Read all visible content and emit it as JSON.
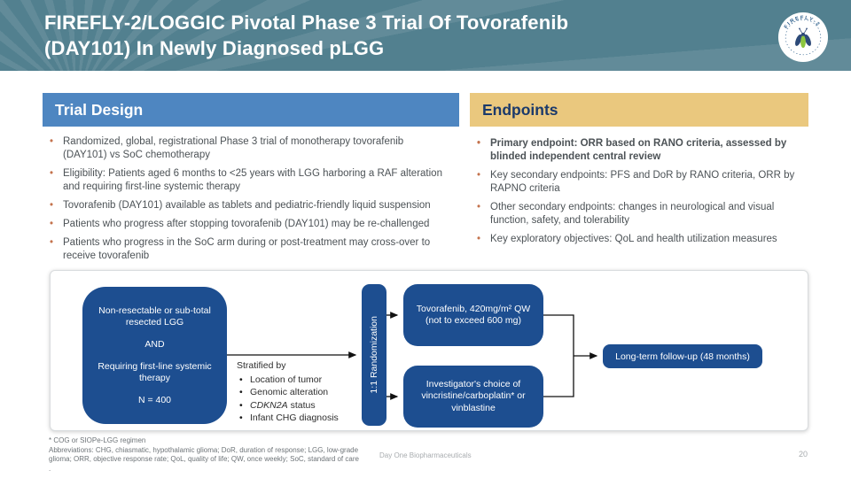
{
  "slide": {
    "title_line1": "FIREFLY-2/LOGGIC Pivotal Phase 3 Trial Of Tovorafenib",
    "title_line2": "(DAY101) In Newly Diagnosed pLGG",
    "logo_text": "FIREFLY-2",
    "footer": "Day One Biopharmaceuticals",
    "page_number": "20"
  },
  "colors": {
    "header_teal": "#52808F",
    "trial_header_blue": "#4E86C1",
    "endpoints_gold": "#EAC87E",
    "diagram_blue": "#1D4E90",
    "bullet_orange": "#C4734D"
  },
  "trial_design": {
    "heading": "Trial Design",
    "items": [
      "Randomized, global, registrational Phase 3 trial of monotherapy tovorafenib (DAY101) vs SoC chemotherapy",
      "Eligibility: Patients aged 6 months to <25 years with LGG harboring a RAF alteration and requiring first-line systemic therapy",
      "Tovorafenib (DAY101) available as tablets and pediatric-friendly liquid suspension",
      "Patients who progress after stopping tovorafenib (DAY101) may be re-challenged",
      "Patients who progress in the SoC arm during or post-treatment may cross-over to receive tovorafenib"
    ]
  },
  "endpoints": {
    "heading": "Endpoints",
    "items": [
      "Primary endpoint: ORR based on RANO criteria, assessed by blinded independent central review",
      "Key secondary endpoints: PFS and DoR by RANO criteria, ORR by RAPNO criteria",
      "Other secondary endpoints: changes in neurological and visual function, safety, and tolerability",
      "Key exploratory objectives: QoL and health utilization measures"
    ]
  },
  "diagram": {
    "patient_box": {
      "line1": "Non-resectable or sub-total resected LGG",
      "line2": "AND",
      "line3": "Requiring first-line systemic therapy",
      "line4": "N = 400"
    },
    "stratified": {
      "title": "Stratified by",
      "item1": "Location of tumor",
      "item2": "Genomic alteration",
      "item3_italic": "CDKN2A",
      "item3_rest": "status",
      "item4": "Infant CHG diagnosis"
    },
    "randomization_label": "1:1 Randomization",
    "arm1_line1": "Tovorafenib, 420mg/m² QW",
    "arm1_line2": "(not to exceed 600 mg)",
    "arm2": "Investigator's choice of vincristine/carboplatin* or vinblastine",
    "followup": "Long-term follow-up (48 months)"
  },
  "footnotes": {
    "line1": "* COG or SIOPe-LGG regimen",
    "line2": "Abbreviations: CHG, chiasmatic, hypothalamic glioma; DoR, duration of response; LGG, low-grade glioma; ORR, objective response rate; QoL, quality of life; QW, once weekly; SoC, standard of care",
    "line3": "."
  }
}
